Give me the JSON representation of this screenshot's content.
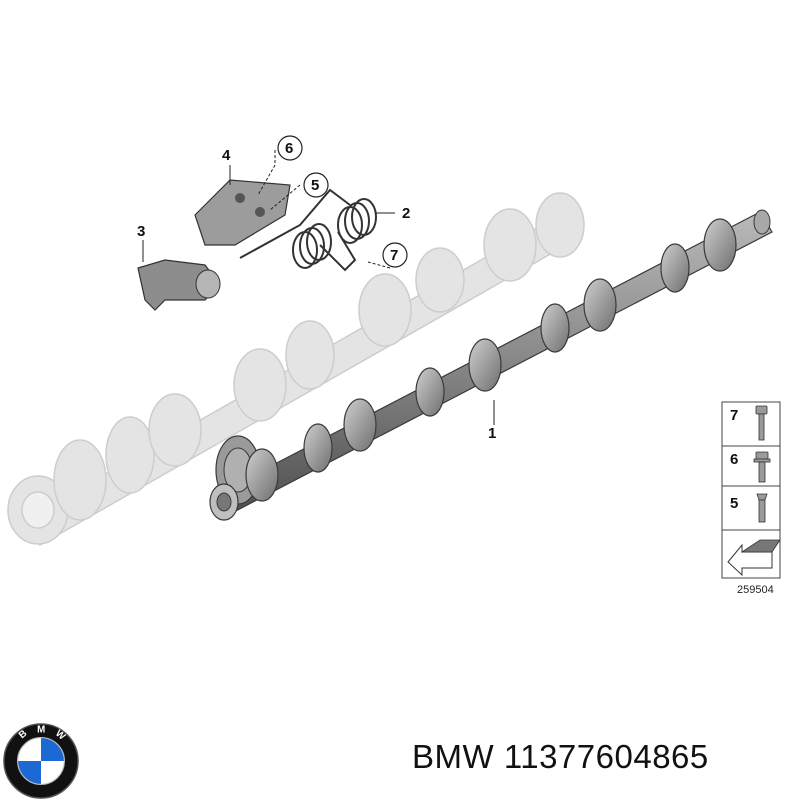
{
  "callouts": {
    "c1": "1",
    "c2": "2",
    "c3": "3",
    "c4": "4",
    "c5": "5",
    "c6": "6",
    "c7": "7"
  },
  "legend": {
    "items": [
      "7",
      "6",
      "5"
    ]
  },
  "reference_number": "259504",
  "brand": "BMW",
  "part_number": "11377604865",
  "footer_text": "BMW 11377604865",
  "logo": {
    "letters": "BMW",
    "colors": {
      "blue": "#1c69d4",
      "white": "#ffffff",
      "ring": "#111111"
    }
  },
  "colors": {
    "part_fill": "#8a8a8a",
    "part_dark": "#4a4a4a",
    "ghost_fill": "#e4e4e4",
    "ghost_stroke": "#cfcfcf"
  }
}
